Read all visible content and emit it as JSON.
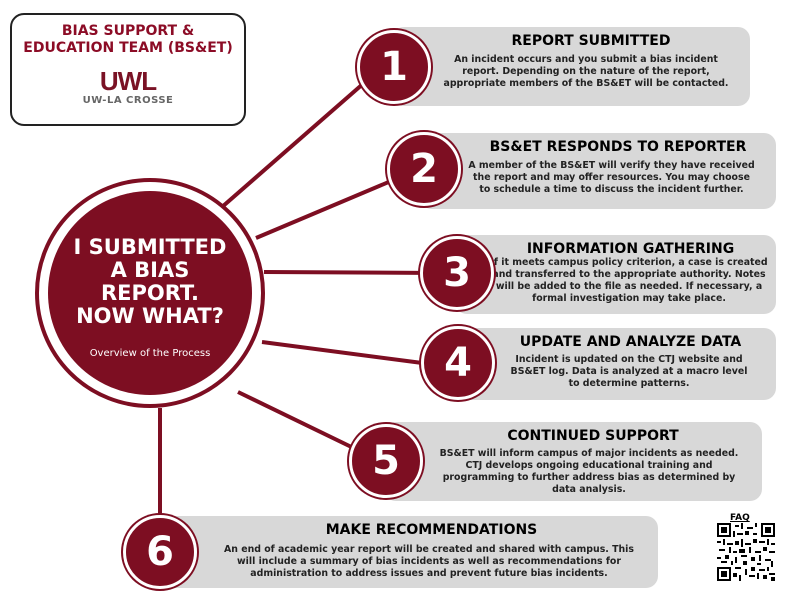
{
  "logo": {
    "team_line1": "BIAS SUPPORT &",
    "team_line2": "EDUCATION TEAM (BS&ET)",
    "wordmark": "UWL",
    "subtitle": "UW-LA CROSSE"
  },
  "center": {
    "title_line1": "I SUBMITTED",
    "title_line2": "A BIAS",
    "title_line3": "REPORT.",
    "title_line4": "NOW WHAT?",
    "subtitle": "Overview of the Process"
  },
  "steps": [
    {
      "number": "1",
      "title": "REPORT SUBMITTED",
      "line1": "An incident occurs and you submit a bias incident",
      "line2": "report. Depending on the nature of the report,",
      "line3": "appropriate members of the BS&ET will be contacted."
    },
    {
      "number": "2",
      "title": "BS&ET RESPONDS TO REPORTER",
      "line1": "A member of the BS&ET will verify they have received",
      "line2": "the report and may offer resources. You may choose",
      "line3": "to schedule a time to discuss the incident further."
    },
    {
      "number": "3",
      "title": "INFORMATION GATHERING",
      "line1": "If it  meets campus policy criterion, a case is created",
      "line2": "and transferred to the appropriate authority. Notes",
      "line3": "will be added to the file as needed. If necessary, a",
      "line4": "formal investigation may take place."
    },
    {
      "number": "4",
      "title": "UPDATE AND ANALYZE DATA",
      "line1": "Incident is updated on the CTJ website and",
      "line2": "BS&ET log. Data is analyzed  at a macro level",
      "line3": "to determine patterns."
    },
    {
      "number": "5",
      "title": "CONTINUED SUPPORT",
      "line1": "BS&ET will inform campus of major incidents as needed.",
      "line2": "CTJ develops ongoing educational training and",
      "line3": "programming to further address bias as determined by",
      "line4": "data analysis."
    },
    {
      "number": "6",
      "title": "MAKE RECOMMENDATIONS",
      "line1": "An end of academic year report will be created and shared with campus. This",
      "line2": "will include a summary of bias incidents as well as recommendations for",
      "line3": "administration to address issues and prevent future bias incidents."
    }
  ],
  "faq": {
    "label": "FAQ",
    "icon": "qr-code-icon"
  },
  "colors": {
    "maroon": "#7d0e22",
    "card_gray": "#d8d8d8"
  }
}
